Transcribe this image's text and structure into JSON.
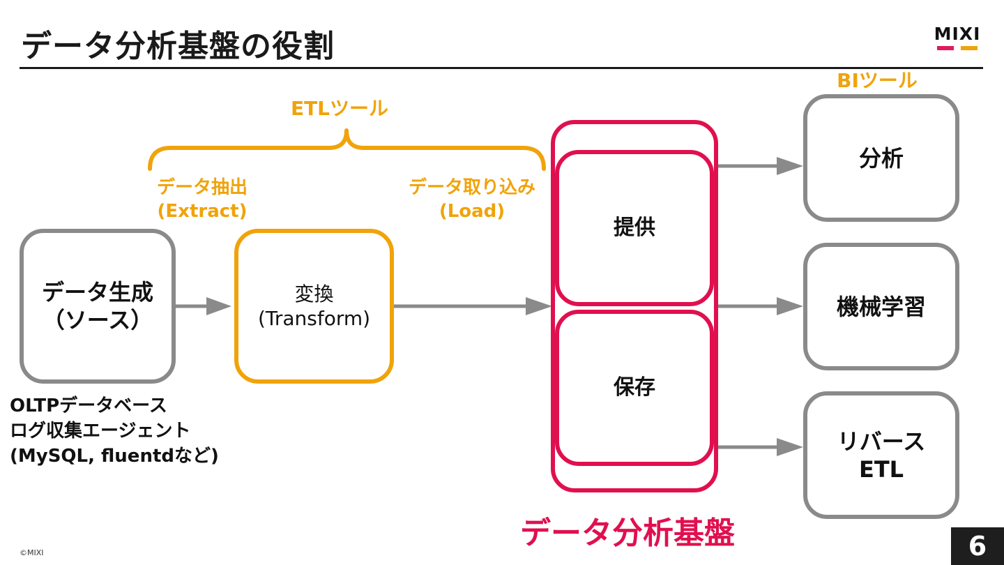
{
  "title": "データ分析基盤の役割",
  "logo": {
    "text": "MIXI",
    "bar_left_color": "#e3195a",
    "bar_right_color": "#f0a30a"
  },
  "colors": {
    "orange": "#f0a30a",
    "crimson": "#e0104f",
    "gray": "#8a8a8a"
  },
  "etl_tool_label": "ETLツール",
  "bi_tool_label": "BIツール",
  "extract": {
    "line1": "データ抽出",
    "line2": "(Extract)"
  },
  "load": {
    "line1": "データ取り込み",
    "line2": "(Load)"
  },
  "source_box": {
    "line1": "データ生成",
    "line2": "（ソース）"
  },
  "transform_box": {
    "line1": "変換",
    "line2": "(Transform)"
  },
  "provide_box": "提供",
  "store_box": "保存",
  "platform_label": "データ分析基盤",
  "outputs": {
    "analysis": "分析",
    "ml": "機械学習",
    "reverse_line1": "リバース",
    "reverse_line2": "ETL"
  },
  "source_note": {
    "line1": "OLTPデータベース",
    "line2": "ログ収集エージェント",
    "line3": "(MySQL, fluentdなど)"
  },
  "copyright": "©MIXI",
  "page_number": "6"
}
